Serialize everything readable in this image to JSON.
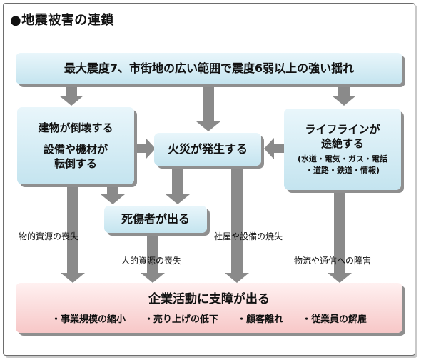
{
  "title": "●地震被害の連鎖",
  "boxes": {
    "top": "最大震度7、市街地の広い範囲で震度6弱以上の強い揺れ",
    "buildings": {
      "line1": "建物が倒壊する",
      "line2": "設備や機材が",
      "line3": "転倒する"
    },
    "fire": "火災が発生する",
    "lifeline": {
      "line1": "ライフラインが",
      "line2": "途絶する",
      "detail1": "(水道・電気・ガス・電話",
      "detail2": "・道路・鉄道・情報)"
    },
    "casualties": "死傷者が出る",
    "business": {
      "title": "企業活動に支障が出る",
      "items": [
        "・事業規模の縮小",
        "・売り上げの低下",
        "・顧客離れ",
        "・従業員の解雇"
      ]
    }
  },
  "labels": {
    "physical": "物的資源の喪失",
    "human": "人的資源の喪失",
    "office": "社屋や設備の焼失",
    "logistics": "物流や通信への障害"
  },
  "colors": {
    "box_blue": "#c4e4ef",
    "box_pink": "#f7c7c7",
    "arrow": "#8a8a8a"
  }
}
